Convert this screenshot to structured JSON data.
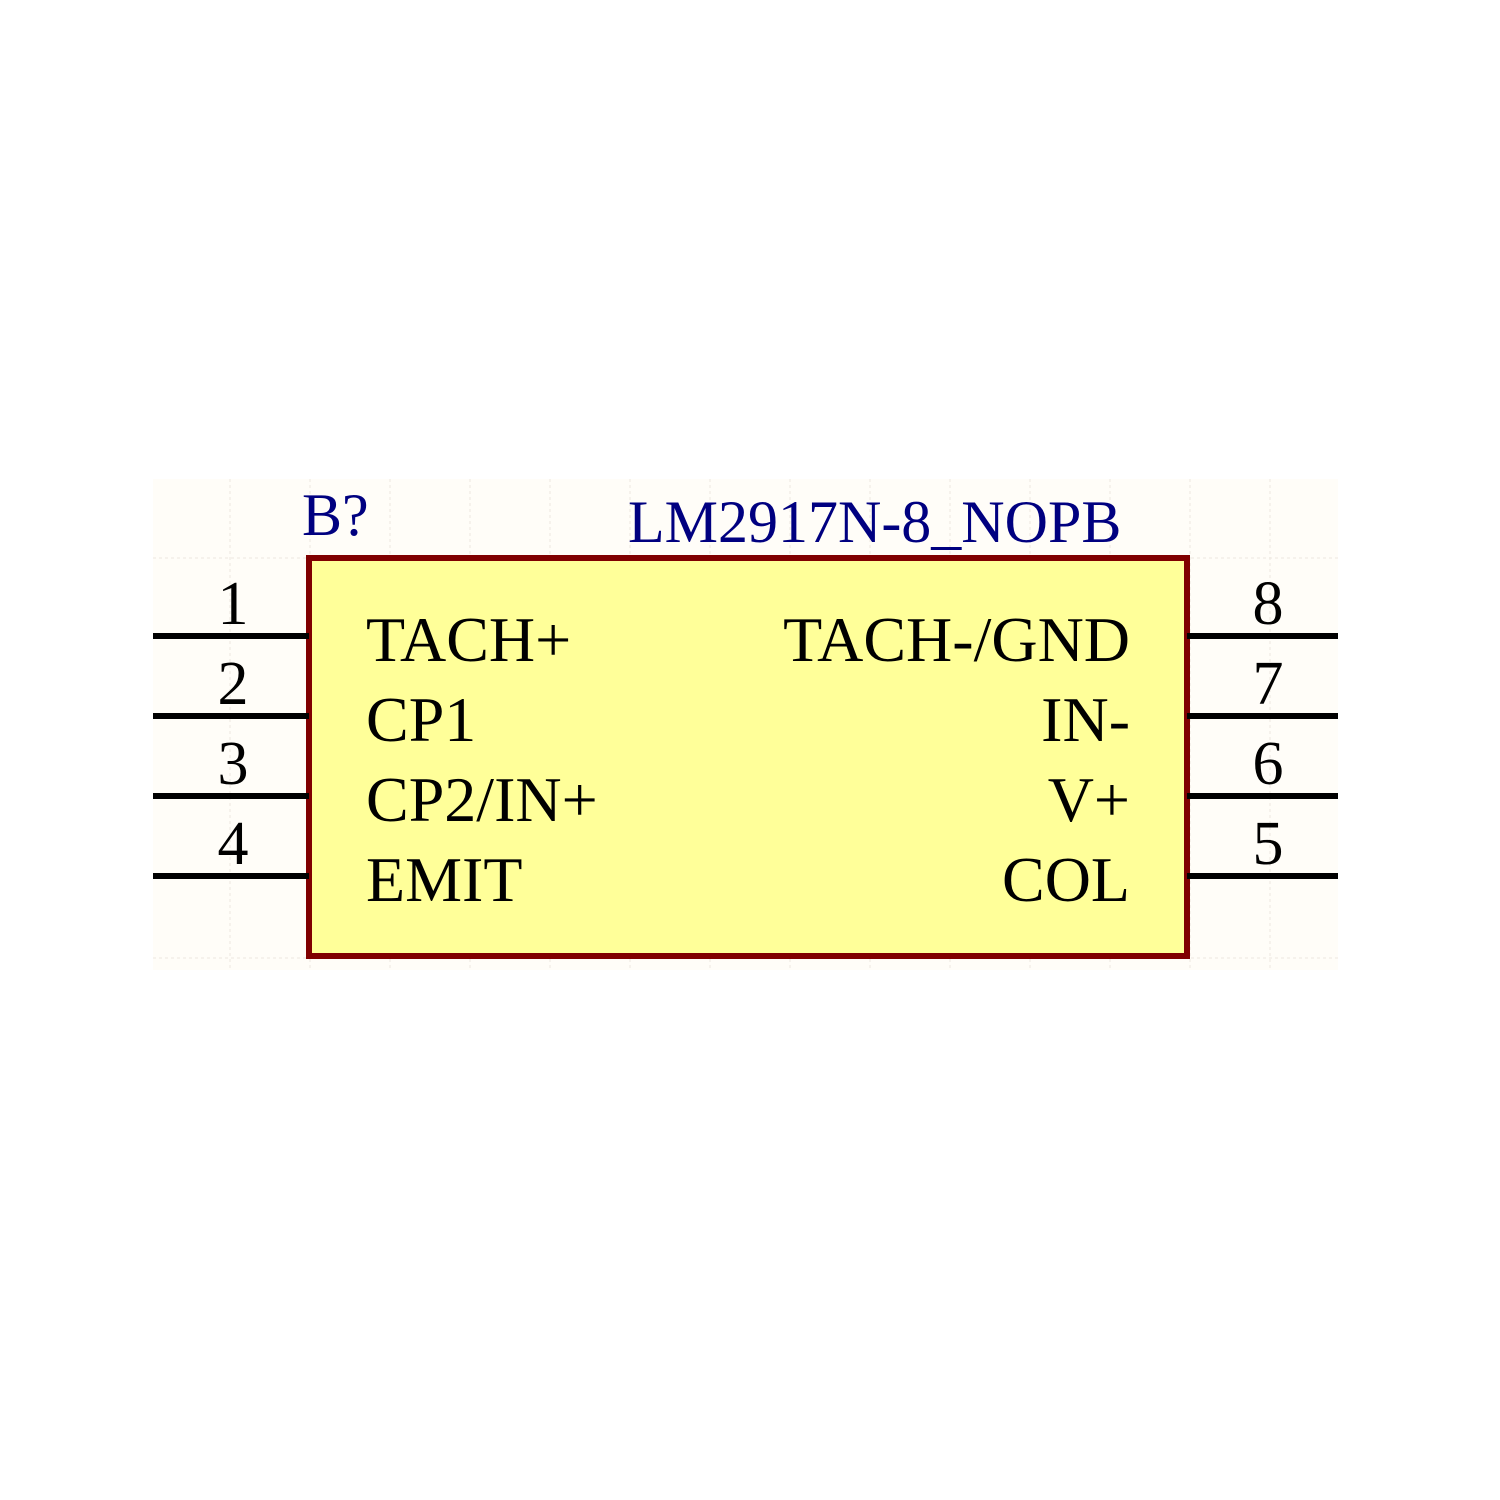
{
  "component": {
    "designator": "B?",
    "part_name": "LM2917N-8_NOPB",
    "left_pins": [
      {
        "number": "1",
        "name": "TACH+"
      },
      {
        "number": "2",
        "name": "CP1"
      },
      {
        "number": "3",
        "name": "CP2/IN+"
      },
      {
        "number": "4",
        "name": "EMIT"
      }
    ],
    "right_pins": [
      {
        "number": "8",
        "name": "TACH-/GND"
      },
      {
        "number": "7",
        "name": "IN-"
      },
      {
        "number": "6",
        "name": "V+"
      },
      {
        "number": "5",
        "name": "COL"
      }
    ]
  },
  "colors": {
    "body_fill": "#ffff99",
    "body_stroke": "#800000",
    "label_blue": "#000080",
    "pin": "#000000",
    "sheet": "#fffdf8",
    "grid": "#ece8e0"
  }
}
